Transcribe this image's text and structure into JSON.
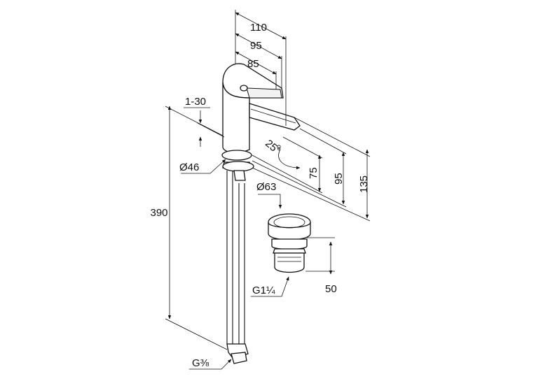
{
  "drawing": {
    "dimensions": {
      "d110": "110",
      "d95_top": "95",
      "d85": "85",
      "d1_30": "1-30",
      "d46": "Ø46",
      "d390": "390",
      "d25": "25°",
      "d75": "75",
      "d95_right": "95",
      "d135": "135",
      "d63": "Ø63",
      "d50": "50",
      "g114": "G1¼",
      "g38": "G⅜"
    }
  }
}
